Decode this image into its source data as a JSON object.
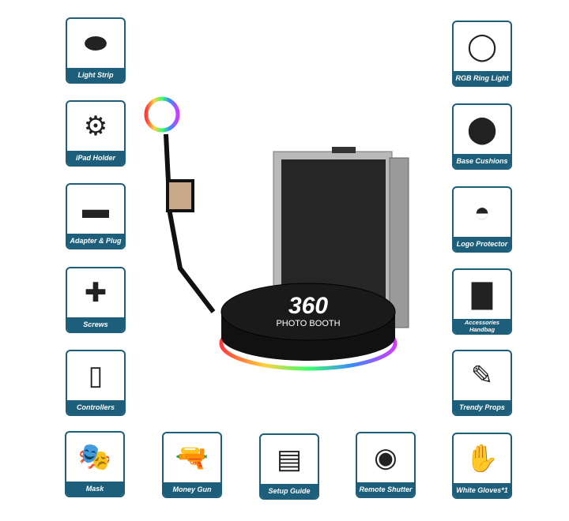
{
  "center": {
    "logo_text": "360",
    "subtitle": "PHOTO BOOTH"
  },
  "accessories": [
    {
      "label": "Light Strip",
      "icon": "turntable-icon"
    },
    {
      "label": "iPad Holder",
      "icon": "clamp-icon"
    },
    {
      "label": "Adapter & Plug",
      "icon": "adapter-icon"
    },
    {
      "label": "Screws",
      "icon": "knob-icon"
    },
    {
      "label": "Controllers",
      "icon": "remote-icon"
    },
    {
      "label": "RGB Ring Light",
      "icon": "ring-light-icon"
    },
    {
      "label": "Base Cushions",
      "icon": "cushion-icon"
    },
    {
      "label": "Logo Protector",
      "icon": "dome-icon"
    },
    {
      "label": "Accessories Handbag",
      "icon": "bag-icon"
    },
    {
      "label": "Trendy Props",
      "icon": "props-icon"
    },
    {
      "label": "Mask",
      "icon": "mask-icon"
    },
    {
      "label": "Money Gun",
      "icon": "money-gun-icon"
    },
    {
      "label": "Setup Guide",
      "icon": "manual-icon"
    },
    {
      "label": "Remote Shutter",
      "icon": "shutter-icon"
    },
    {
      "label": "White Gloves*1",
      "icon": "gloves-icon"
    }
  ]
}
